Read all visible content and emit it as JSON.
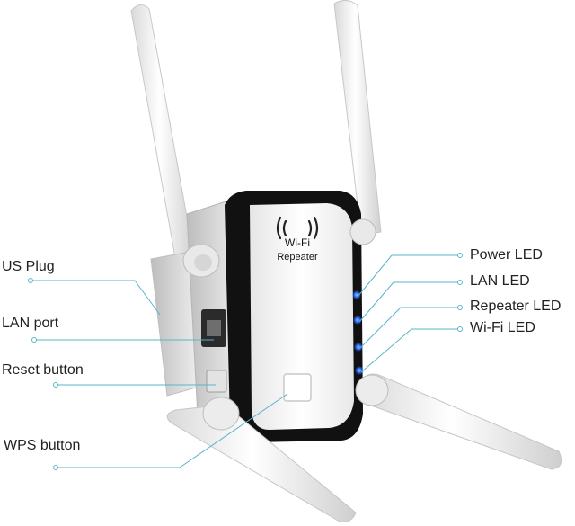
{
  "device": {
    "badge_line1": "Wi-Fi",
    "badge_line2": "Repeater"
  },
  "callouts_left": [
    {
      "label": "US Plug"
    },
    {
      "label": "LAN port"
    },
    {
      "label": "Reset button"
    },
    {
      "label": "WPS button"
    }
  ],
  "callouts_right": [
    {
      "label": "Power LED"
    },
    {
      "label": "LAN LED"
    },
    {
      "label": "Repeater LED"
    },
    {
      "label": "Wi-Fi LED"
    }
  ],
  "colors": {
    "leader_line": "#5ab4c8",
    "led": "#2a6cff",
    "body_black": "#111111",
    "body_white": "#f4f4f4"
  }
}
